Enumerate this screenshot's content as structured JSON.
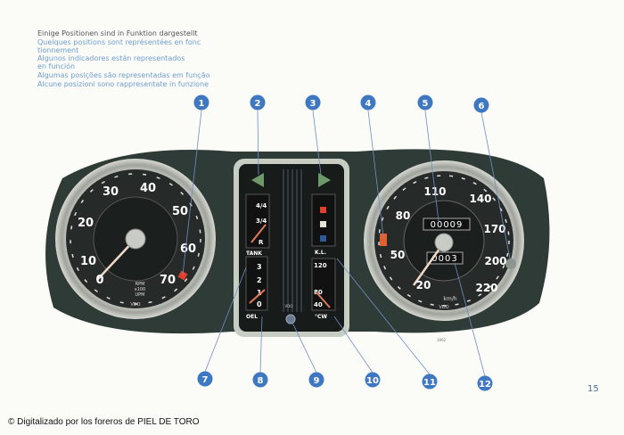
{
  "captions": [
    "Einige Positionen sind in Funktion dargestellt",
    "Quelques positions sont représentées en fonc tionnement",
    "Algunos indicadores están representados en función",
    "Algumas posições são representadas em função",
    "Alcune posizioni sono rappresentate in funzione"
  ],
  "callouts": [
    "1",
    "2",
    "3",
    "4",
    "5",
    "6",
    "7",
    "8",
    "9",
    "10",
    "11",
    "12"
  ],
  "tachometer": {
    "scale": [
      "0",
      "10",
      "20",
      "30",
      "40",
      "50",
      "60",
      "70"
    ],
    "unit": [
      "RPM",
      "x100",
      "UPM"
    ],
    "brand": "VDO"
  },
  "speedometer": {
    "scale": [
      "20",
      "50",
      "80",
      "110",
      "140",
      "170",
      "200",
      "220"
    ],
    "odometer": "00009",
    "trip": "0003",
    "unit": "km/h",
    "brand": "VDO"
  },
  "center_panel": {
    "fuel_label": "TANK",
    "fuel_scale": [
      "4/4",
      "3/4",
      "R"
    ],
    "oil_label": "OEL",
    "oil_scale": [
      "3",
      "2",
      "1",
      "0"
    ],
    "warning_label": "K.L.",
    "temp_label": "°CW",
    "temp_scale": [
      "120",
      "80",
      "40"
    ],
    "brand": "VDO"
  },
  "figure_number": "3962",
  "page_number": "15",
  "credit": "© Digitalizado por los foreros de PIEL DE TORO",
  "colors": {
    "callout": "#3f78c2",
    "dash": "#2f3b36",
    "red": "#e2402c"
  }
}
